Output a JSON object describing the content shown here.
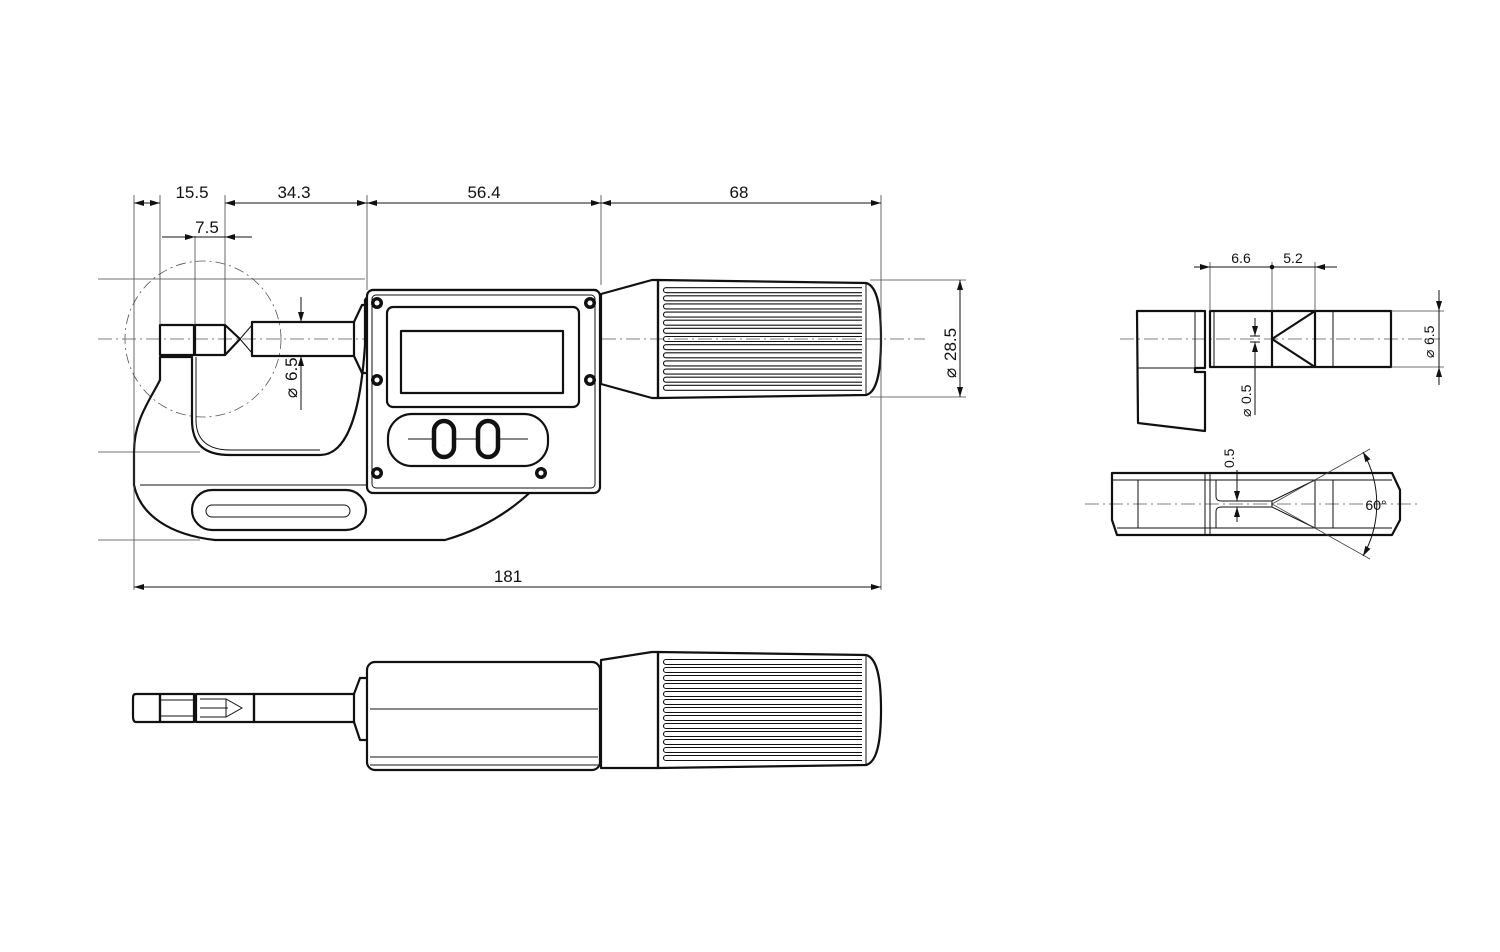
{
  "dimensions": {
    "d1": "15.5",
    "d2": "34.3",
    "d3": "56.4",
    "d4": "68",
    "d5": "7.5",
    "total": "181",
    "spindle_dia": "6.5",
    "thimble_dia": "28.5"
  },
  "detail": {
    "d_66": "6.6",
    "d_52": "5.2",
    "d_65": "6.5",
    "d_05_dia": "0.5",
    "d_05": "0.5",
    "angle": "60°"
  },
  "display": {
    "digit_left": "0",
    "digit_right": "0"
  },
  "symbols": {
    "diameter": "⌀"
  }
}
